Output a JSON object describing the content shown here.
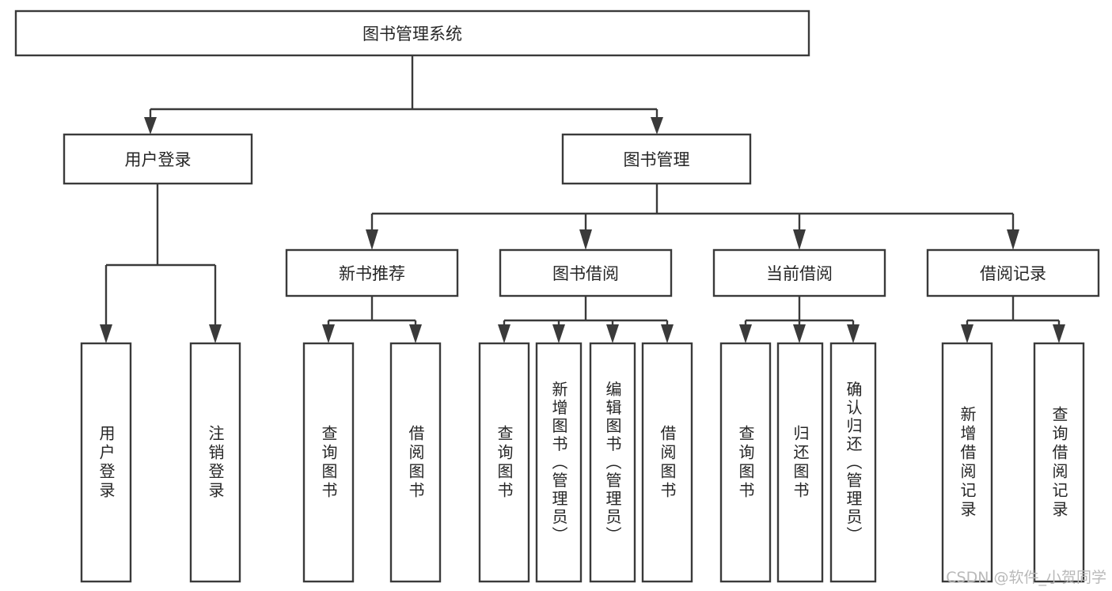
{
  "diagram": {
    "title": "图书管理系统",
    "type": "tree-hierarchy-chart",
    "watermark": "CSDN @软件_小贺同学",
    "colors": {
      "box_stroke": "#3a3a3a",
      "box_fill": "#ffffff",
      "text": "#262626",
      "connector": "#3a3a3a",
      "watermark": "#b9b9b9",
      "background": "#ffffff"
    },
    "root": {
      "label": "图书管理系统"
    },
    "level2": [
      {
        "label": "用户登录"
      },
      {
        "label": "图书管理"
      }
    ],
    "level3": [
      {
        "label": "新书推荐"
      },
      {
        "label": "图书借阅"
      },
      {
        "label": "当前借阅"
      },
      {
        "label": "借阅记录"
      }
    ],
    "leaves": {
      "user_login": [
        {
          "label": "用户登录"
        },
        {
          "label": "注销登录"
        }
      ],
      "new_book_recommend": [
        {
          "label": "查询图书"
        },
        {
          "label": "借阅图书"
        }
      ],
      "book_borrow": [
        {
          "label": "查询图书"
        },
        {
          "label": "新增图书（管理员）"
        },
        {
          "label": "编辑图书（管理员）"
        },
        {
          "label": "借阅图书"
        }
      ],
      "current_borrow": [
        {
          "label": "查询图书"
        },
        {
          "label": "归还图书"
        },
        {
          "label": "确认归还（管理员）"
        }
      ],
      "borrow_records": [
        {
          "label": "新增借阅记录"
        },
        {
          "label": "查询借阅记录"
        }
      ]
    }
  }
}
